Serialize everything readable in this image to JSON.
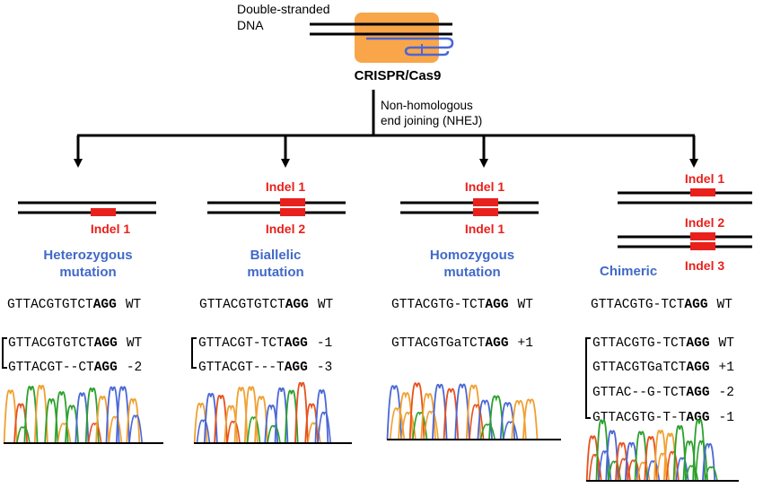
{
  "header": {
    "dna_label_line1": "Double-stranded",
    "dna_label_line2": "DNA",
    "enzyme_label": "CRISPR/Cas9",
    "pathway_line1": "Non-homologous",
    "pathway_line2": "end joining (NHEJ)"
  },
  "colors": {
    "indel": "#e8211c",
    "category": "#4169c8",
    "cas9_box": "#f9a64a",
    "guide_rna": "#4a67d6",
    "trace_a": "#2ca02c",
    "trace_c": "#4a67d6",
    "trace_g": "#e8501c",
    "trace_t": "#f0a030"
  },
  "panels": [
    {
      "id": "heterozygous",
      "indel_labels": [
        "Indel 1"
      ],
      "category_line1": "Heterozygous",
      "category_line2": "mutation",
      "reference": {
        "prefix": "GTTACGTGTCT",
        "pam": "AGG",
        "tag": "WT"
      },
      "alleles": [
        {
          "prefix": "GTTACGTGTCT",
          "pam": "AGG",
          "tag": "WT"
        },
        {
          "prefix": "GTTACGT--CT",
          "pam": "AGG",
          "tag": "-2"
        }
      ]
    },
    {
      "id": "biallelic",
      "indel_labels": [
        "Indel 1",
        "Indel 2"
      ],
      "category_line1": "Biallelic",
      "category_line2": "mutation",
      "reference": {
        "prefix": "GTTACGTGTCT",
        "pam": "AGG",
        "tag": "WT"
      },
      "alleles": [
        {
          "prefix": "GTTACGT-TCT",
          "pam": "AGG",
          "tag": "-1"
        },
        {
          "prefix": "GTTACGT---T",
          "pam": "AGG",
          "tag": "-3"
        }
      ]
    },
    {
      "id": "homozygous",
      "indel_labels": [
        "Indel 1",
        "Indel 1"
      ],
      "category_line1": "Homozygous",
      "category_line2": "mutation",
      "reference": {
        "prefix": "GTTACGTG-TCT",
        "pam": "AGG",
        "tag": "WT"
      },
      "alleles": [
        {
          "prefix": "GTTACGTGaTCT",
          "pam": "AGG",
          "tag": "+1"
        }
      ]
    },
    {
      "id": "chimeric",
      "indel_labels": [
        "Indel 1",
        "Indel 2",
        "Indel 3"
      ],
      "category_line1": "Chimeric",
      "category_line2": "",
      "reference": {
        "prefix": "GTTACGTG-TCT",
        "pam": "AGG",
        "tag": "WT"
      },
      "alleles": [
        {
          "prefix": "GTTACGTG-TCT",
          "pam": "AGG",
          "tag": "WT"
        },
        {
          "prefix": "GTTACGTGaTCT",
          "pam": "AGG",
          "tag": "+1"
        },
        {
          "prefix": "GTTAC--G-TCT",
          "pam": "AGG",
          "tag": "-2"
        },
        {
          "prefix": "GTTACGTG-T-T",
          "pam": "AGG",
          "tag": "-1"
        }
      ]
    }
  ]
}
